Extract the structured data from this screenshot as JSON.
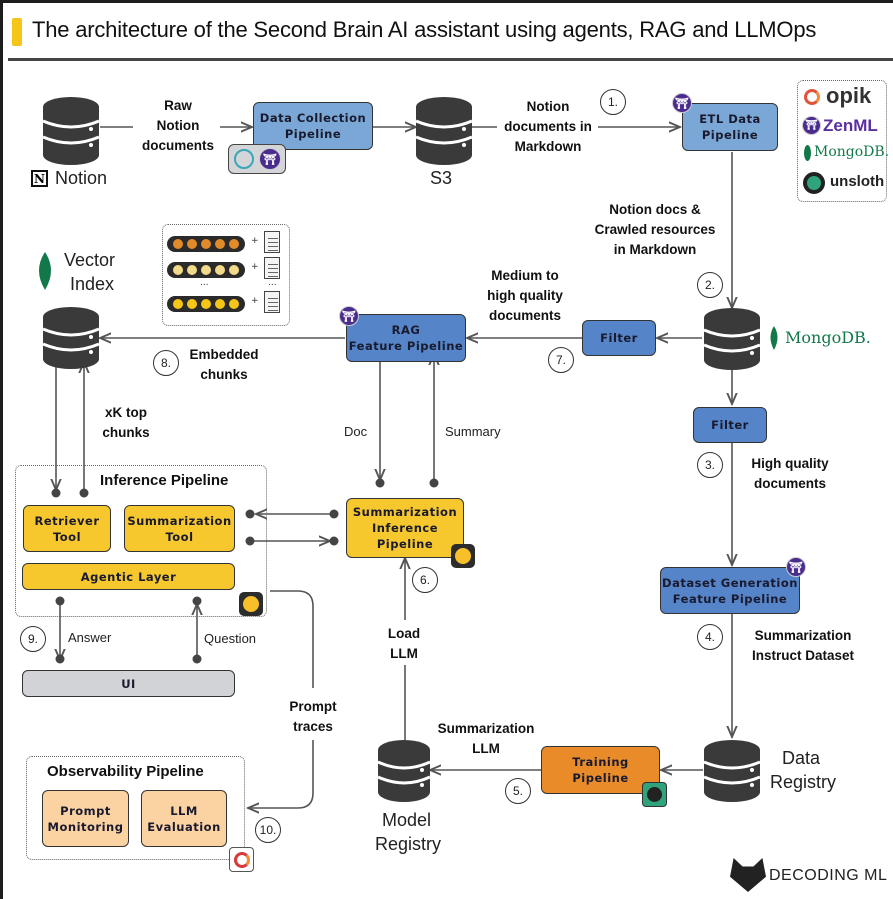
{
  "header": {
    "title": "The architecture of the Second Brain AI assistant using agents, RAG and LLMOps",
    "accent_color": "#f5c518"
  },
  "sources": {
    "notion": {
      "label": "Notion",
      "icon": "notion-icon"
    },
    "s3": {
      "label": "S3"
    },
    "vector_index": {
      "label_line1": "Vector",
      "label_line2": "Index",
      "icon": "mongodb-leaf-icon"
    },
    "mongodb": {
      "label": "MongoDB."
    },
    "data_registry": {
      "label_line1": "Data",
      "label_line2": "Registry"
    },
    "model_registry": {
      "label_line1": "Model",
      "label_line2": "Registry"
    }
  },
  "pipelines": {
    "data_collection": {
      "line1": "Data Collection",
      "line2": "Pipeline",
      "color": "#7aa7d6"
    },
    "etl": {
      "line1": "ETL Data",
      "line2": "Pipeline",
      "color": "#7aa7d6"
    },
    "rag_feature": {
      "line1": "RAG",
      "line2": "Feature Pipeline",
      "color": "#5585c8"
    },
    "filter_top": {
      "label": "Filter",
      "color": "#5585c8"
    },
    "filter_right": {
      "label": "Filter",
      "color": "#5585c8"
    },
    "dataset_generation": {
      "line1": "Dataset Generation",
      "line2": "Feature Pipeline",
      "color": "#5585c8"
    },
    "training": {
      "line1": "Training",
      "line2": "Pipeline",
      "color": "#e98b29"
    },
    "summarization_inference": {
      "line1": "Summarization",
      "line2": "Inference",
      "line3": "Pipeline",
      "color": "#f6c82e"
    }
  },
  "inference_pipeline": {
    "title": "Inference Pipeline",
    "retriever_tool": {
      "line1": "Retriever",
      "line2": "Tool"
    },
    "summarization_tool": {
      "line1": "Summarization",
      "line2": "Tool"
    },
    "agentic_layer": "Agentic Layer",
    "ui": "UI"
  },
  "observability_pipeline": {
    "title": "Observability Pipeline",
    "prompt_monitoring": {
      "line1": "Prompt",
      "line2": "Monitoring"
    },
    "llm_evaluation": {
      "line1": "LLM",
      "line2": "Evaluation"
    }
  },
  "edges": {
    "raw_notion": {
      "line1": "Raw",
      "line2": "Notion",
      "line3": "documents"
    },
    "notion_markdown": {
      "line1": "Notion",
      "line2": "documents in",
      "line3": "Markdown"
    },
    "crawled": {
      "line1": "Notion docs &",
      "line2": "Crawled resources",
      "line3": "in Markdown"
    },
    "medium_high": {
      "line1": "Medium to",
      "line2": "high quality",
      "line3": "documents"
    },
    "embedded": {
      "line1": "Embedded",
      "line2": "chunks"
    },
    "topk": {
      "line1": "xK top",
      "line2": "chunks"
    },
    "doc": "Doc",
    "summary": "Summary",
    "high_quality": {
      "line1": "High quality",
      "line2": "documents"
    },
    "instruct_dataset": {
      "line1": "Summarization",
      "line2": "Instruct Dataset"
    },
    "summarization_llm": {
      "line1": "Summarization",
      "line2": "LLM"
    },
    "load_llm": {
      "line1": "Load",
      "line2": "LLM"
    },
    "prompt_traces": {
      "line1": "Prompt",
      "line2": "traces"
    },
    "answer": "Answer",
    "question": "Question"
  },
  "steps": [
    "1.",
    "2.",
    "3.",
    "4.",
    "5.",
    "6.",
    "7.",
    "8.",
    "9.",
    "10."
  ],
  "legend": {
    "opik": "opik",
    "zenml": "ZenML",
    "mongodb": "MongoDB.",
    "unsloth": "unsloth"
  },
  "embedding_dots": {
    "row_colors": [
      "#e08a2a",
      "#f3d98a",
      "#f5c518"
    ],
    "ellipsis": "..."
  },
  "brand": {
    "label": "DECODING ML"
  }
}
